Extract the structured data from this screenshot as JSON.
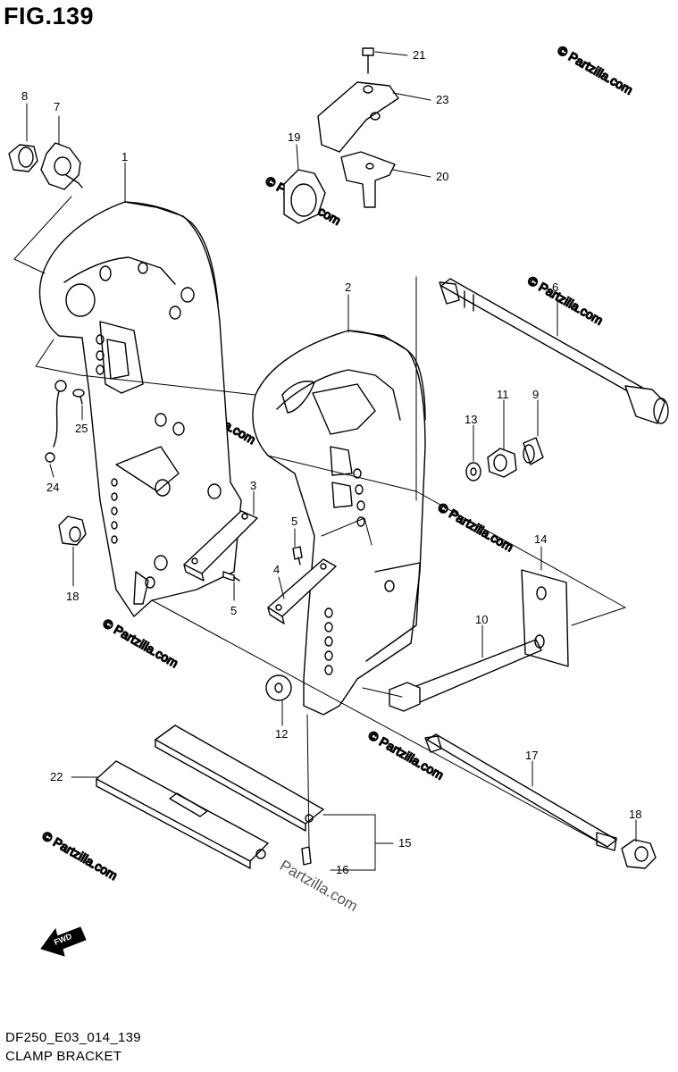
{
  "figure": {
    "title": "FIG.139",
    "code": "DF250_E03_014_139",
    "caption": "CLAMP BRACKET"
  },
  "watermark": {
    "text": "© Partzilla.com",
    "main_text": "Partzilla.com"
  },
  "fwd_arrow": {
    "label": "FWD"
  },
  "callouts": [
    {
      "id": "1",
      "text": "1"
    },
    {
      "id": "2",
      "text": "2"
    },
    {
      "id": "3",
      "text": "3"
    },
    {
      "id": "4",
      "text": "4"
    },
    {
      "id": "5a",
      "text": "5"
    },
    {
      "id": "5b",
      "text": "5"
    },
    {
      "id": "6",
      "text": "6"
    },
    {
      "id": "7",
      "text": "7"
    },
    {
      "id": "8",
      "text": "8"
    },
    {
      "id": "9",
      "text": "9"
    },
    {
      "id": "10",
      "text": "10"
    },
    {
      "id": "11",
      "text": "11"
    },
    {
      "id": "12",
      "text": "12"
    },
    {
      "id": "13",
      "text": "13"
    },
    {
      "id": "14",
      "text": "14"
    },
    {
      "id": "15",
      "text": "15"
    },
    {
      "id": "16",
      "text": "16"
    },
    {
      "id": "17",
      "text": "17"
    },
    {
      "id": "18a",
      "text": "18"
    },
    {
      "id": "18b",
      "text": "18"
    },
    {
      "id": "19",
      "text": "19"
    },
    {
      "id": "20",
      "text": "20"
    },
    {
      "id": "21",
      "text": "21"
    },
    {
      "id": "22",
      "text": "22"
    },
    {
      "id": "23",
      "text": "23"
    },
    {
      "id": "24",
      "text": "24"
    },
    {
      "id": "25",
      "text": "25"
    }
  ]
}
